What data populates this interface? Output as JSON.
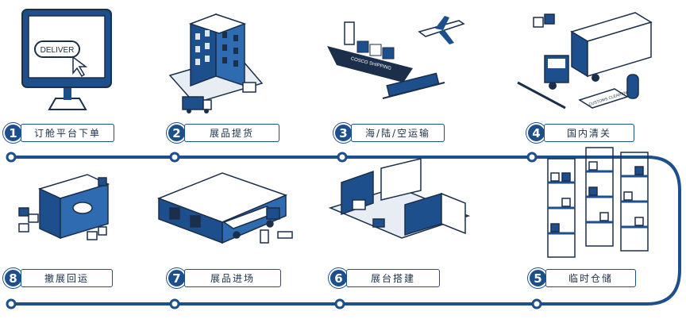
{
  "colors": {
    "primary": "#1d4f8c",
    "ink": "#1b2f4a",
    "light": "#e8edf3"
  },
  "illustrations": {
    "screen_text": "DELIVER",
    "ship_text": "COSCO SHIPPING",
    "customs_sign": "CUSTOMS CLEARANCE"
  },
  "steps": [
    {
      "num": "1",
      "label": "订舱平台下单",
      "icon": "computer-deliver-icon"
    },
    {
      "num": "2",
      "label": "展品提货",
      "icon": "building-truck-icon"
    },
    {
      "num": "3",
      "label": "海/陆/空运输",
      "icon": "ship-plane-train-icon"
    },
    {
      "num": "4",
      "label": "国内清关",
      "icon": "customs-truck-icon"
    },
    {
      "num": "5",
      "label": "临时仓储",
      "icon": "warehouse-racks-icon"
    },
    {
      "num": "6",
      "label": "展台搭建",
      "icon": "booth-construction-icon"
    },
    {
      "num": "7",
      "label": "展品进场",
      "icon": "venue-truck-icon"
    },
    {
      "num": "8",
      "label": "撤展回运",
      "icon": "container-return-icon"
    }
  ]
}
